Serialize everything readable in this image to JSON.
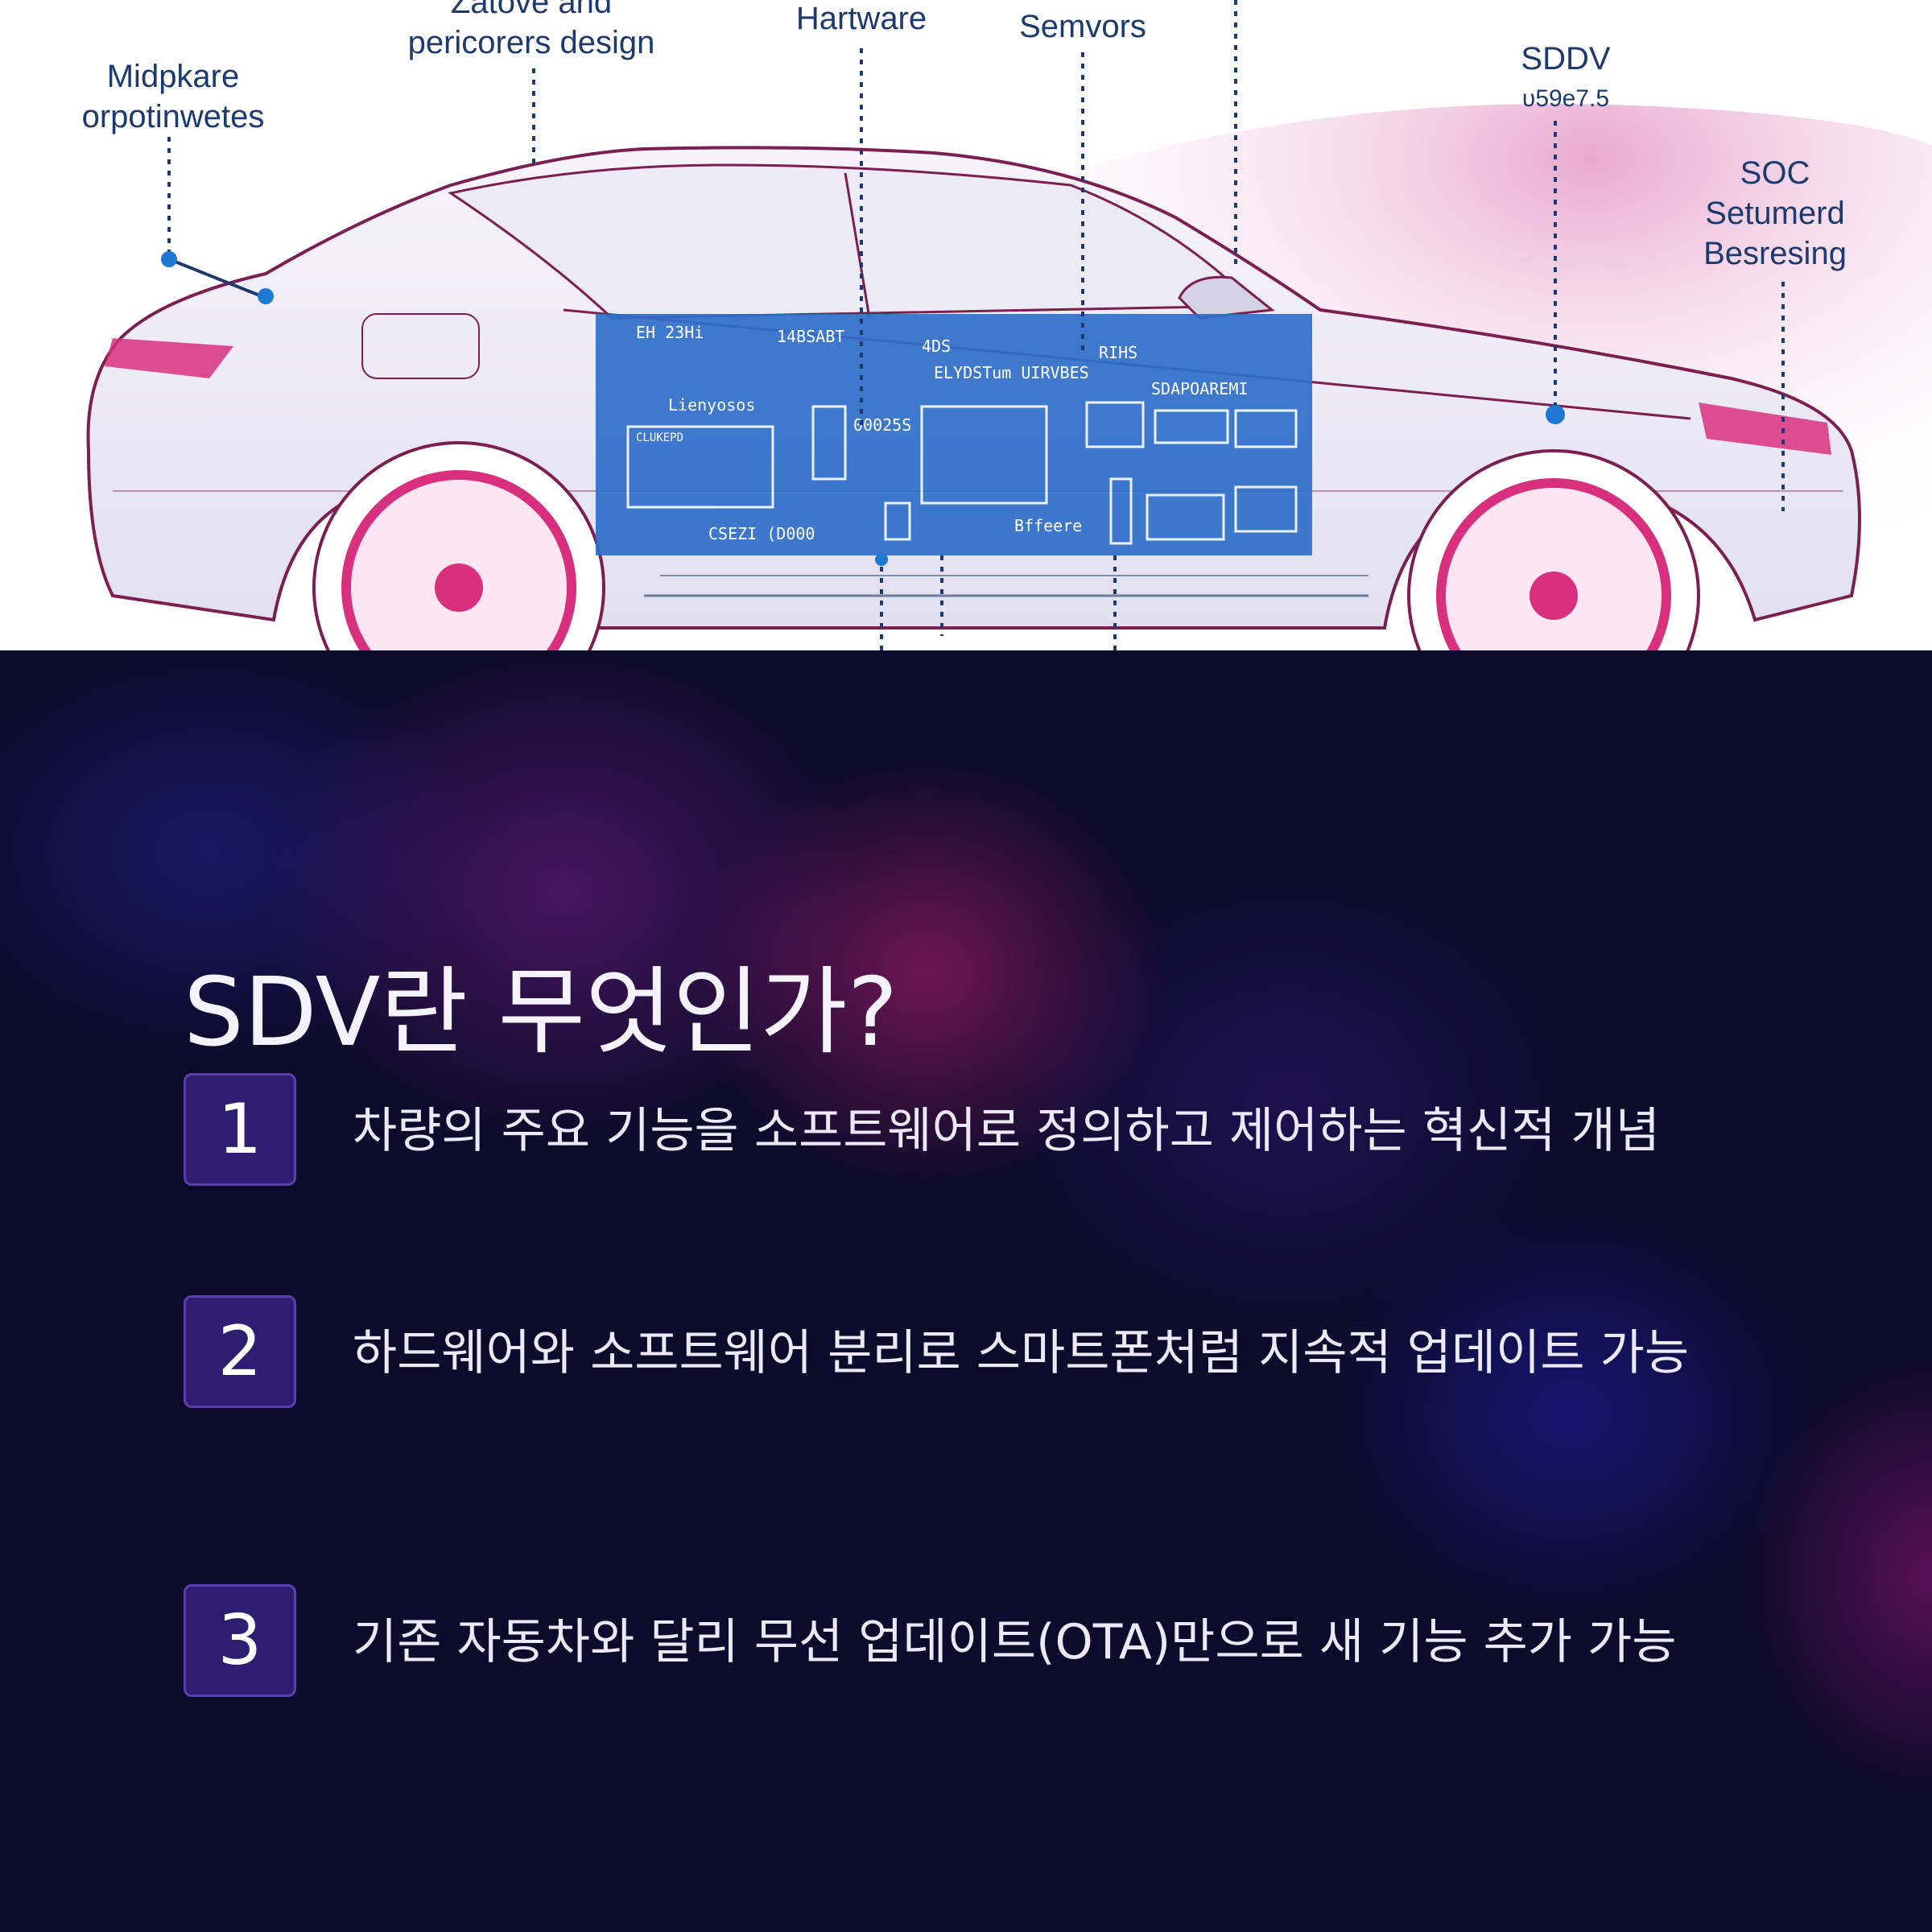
{
  "hero": {
    "callouts": {
      "middleware": [
        "Midpkare",
        "orpotinwetes"
      ],
      "zatove": [
        "Zatove and",
        "pericorers design"
      ],
      "hardware": "Hartware",
      "sensors": "Semvors",
      "sddv": "SDDV",
      "sddv_version": "υ59e7.5",
      "soc": [
        "SOC",
        "Setumerd",
        "Besresing"
      ]
    },
    "panel": {
      "labels": [
        "EH  23Hi",
        "14BSABT",
        "4DS",
        "RIHS",
        "ELYDSTum  UIRVBES",
        "SDAPOAREMI",
        "Lienyosos",
        "CLUKEPD",
        "00025S",
        "CSEZI  (D000",
        "Bffeere"
      ]
    },
    "colors": {
      "panel": "#2f6fca",
      "accent": "#d8307f",
      "line": "#7b1e52",
      "pink_glow": "#ecb8d6"
    }
  },
  "main": {
    "title": "SDV란 무엇인가?",
    "items": [
      {
        "number": "1",
        "text": "차량의 주요 기능을 소프트웨어로 정의하고 제어하는 혁신적 개념"
      },
      {
        "number": "2",
        "text": "하드웨어와 소프트웨어 분리로 스마트폰처럼 지속적 업데이트 가능"
      },
      {
        "number": "3",
        "text": "기존 자동차와 달리 무선 업데이트(OTA)만으로 새 기능 추가 가능"
      }
    ],
    "colors": {
      "badge_bg": "#2d1e72",
      "badge_border": "#5a3fb0",
      "background": "#0d0b2b"
    }
  }
}
